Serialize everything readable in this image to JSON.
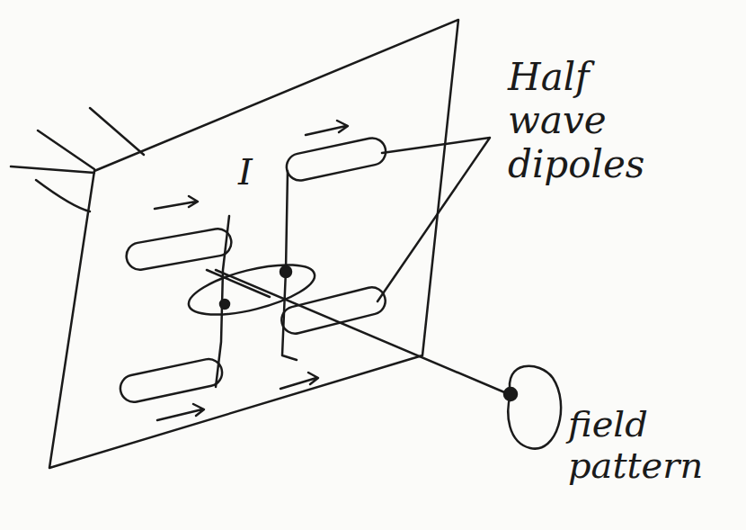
{
  "diagram": {
    "labels": [
      "I",
      "Half wave dipoles",
      "field pattern"
    ]
  }
}
